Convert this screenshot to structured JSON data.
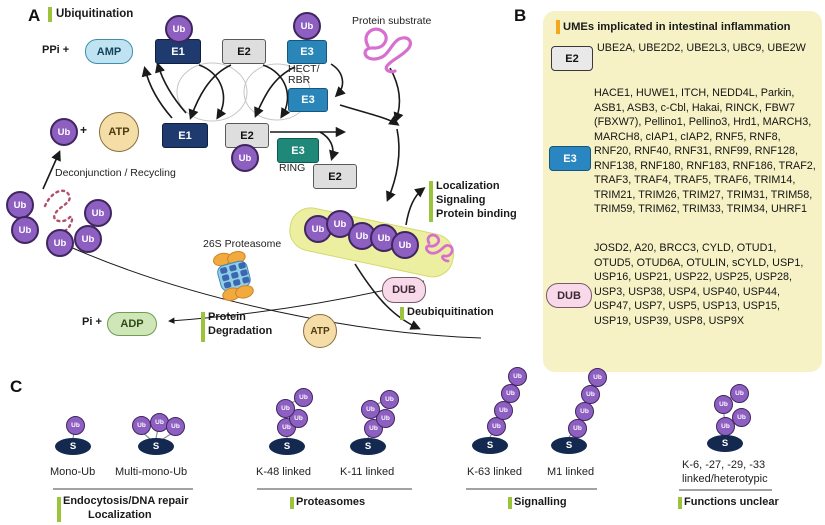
{
  "labels": {
    "ub": "Ub",
    "s": "S",
    "plus": "+"
  },
  "panelA": {
    "id": "A",
    "title": "Ubiquitination",
    "ppi": "PPi +",
    "amp": "AMP",
    "atp": "ATP",
    "atp2": "ATP",
    "pi": "Pi +",
    "adp": "ADP",
    "e1": "E1",
    "e2": "E2",
    "e3": "E3",
    "hect": "HECT/",
    "rbr": "RBR",
    "ring": "RING",
    "deconjunction": "Deconjunction / Recycling",
    "substrate": "Protein substrate",
    "proteasome": "26S Proteasome",
    "degradation1": "Protein",
    "degradation2": "Degradation",
    "outcome1": "Localization",
    "outcome2": "Signaling",
    "outcome3": "Protein binding",
    "dub": "DUB",
    "deubiquitination": "Deubiquitination"
  },
  "panelB": {
    "id": "B",
    "title": "UMEs implicated in intestinal inflammation",
    "e2Label": "E2",
    "e2List": "UBE2A, UBE2D2, UBE2L3, UBC9, UBE2W",
    "e3Label": "E3",
    "e3List": "HACE1, HUWE1, ITCH, NEDD4L, Parkin, ASB1, ASB3, c-Cbl, Hakai, RINCK, FBW7 (FBXW7), Pellino1, Pellino3, Hrd1, MARCH3, MARCH8, cIAP1, cIAP2, RNF5, RNF8, RNF20, RNF40, RNF31, RNF99, RNF128, RNF138, RNF180, RNF183, RNF186, TRAF2, TRAF3, TRAF4, TRAF5, TRAF6, TRIM14, TRIM21, TRIM26, TRIM27, TRIM31, TRIM58, TRIM59, TRIM62, TRIM33, TRIM34, UHRF1",
    "dubLabel": "DUB",
    "dubList": "JOSD2, A20, BRCC3, CYLD, OTUD1, OTUD5, OTUD6A, OTULIN, sCYLD, USP1, USP16, USP21, USP22, USP25, USP28, USP3, USP38, USP4, USP40, USP44, USP47, USP7, USP5, USP13, USP15, USP19, USP39, USP8, USP9X"
  },
  "panelC": {
    "id": "C",
    "chain1": "Mono-Ub",
    "chain2": "Multi-mono-Ub",
    "chain3": "K-48 linked",
    "chain4": "K-11 linked",
    "chain5": "K-63 linked",
    "chain6": "M1 linked",
    "chain7a": "K-6, -27, -29, -33",
    "chain7b": "linked/heterotypic",
    "fn1a": "Endocytosis/DNA repair",
    "fn1b": "Localization",
    "fn2": "Proteasomes",
    "fn3": "Signalling",
    "fn4": "Functions unclear"
  },
  "colors": {
    "accentGreen": "#9bc43c",
    "accentOrange": "#f2a71f",
    "ubPurple": "#8d5fc0",
    "e1Navy": "#1e3a6e",
    "e3Blue": "#2a86b8",
    "e3Teal": "#1f8878",
    "panelBYellow": "#f6f2c6",
    "chainYellow": "#ecefa0",
    "dubPink": "#f7d9e9",
    "ampBlue": "#bfe3f0",
    "atpTan": "#f4dda6",
    "adpGreen": "#cfe6b8",
    "substrateNavy": "#14294f",
    "squigglePink": "#d76fd0"
  }
}
